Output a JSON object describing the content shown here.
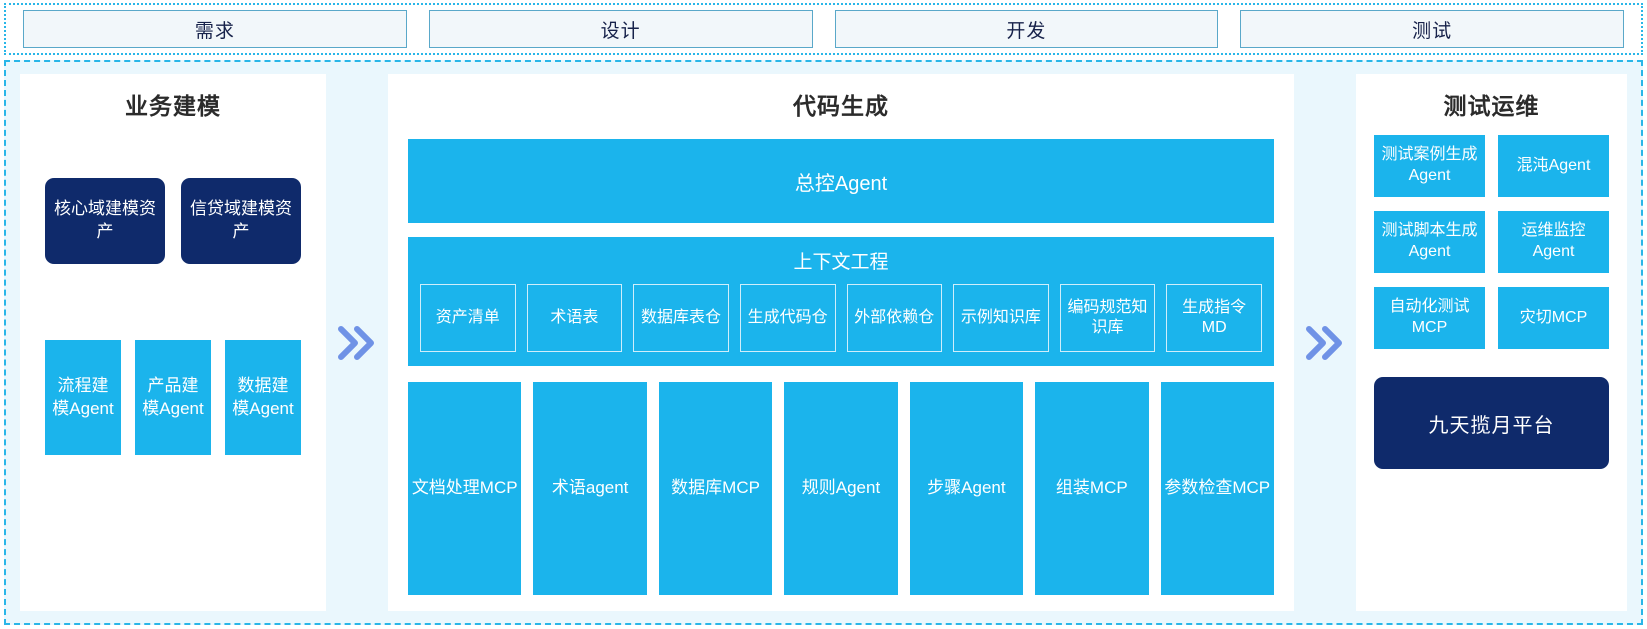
{
  "stages": {
    "items": [
      {
        "label": "需求"
      },
      {
        "label": "设计"
      },
      {
        "label": "开发"
      },
      {
        "label": "测试"
      }
    ]
  },
  "colors": {
    "cyan": "#1bb4ec",
    "navy": "#0f2a6b",
    "frame_border": "#29b6e8",
    "frame_bg": "#eaf7fd",
    "arrow": "#6f92e6",
    "stage_border": "#5aa8c9",
    "stage_bg": "#f2f7fa",
    "stage_text": "#17224a",
    "title_text": "#2b2b2b"
  },
  "arrows": [
    {
      "icon": "double-chevron-right-icon"
    },
    {
      "icon": "double-chevron-right-icon"
    }
  ],
  "business_modeling": {
    "title": "业务建模",
    "assets": [
      {
        "label": "核心域建模资产"
      },
      {
        "label": "信贷域建模资产"
      }
    ],
    "agents": [
      {
        "label": "流程建模Agent"
      },
      {
        "label": "产品建模Agent"
      },
      {
        "label": "数据建模Agent"
      }
    ]
  },
  "code_generation": {
    "title": "代码生成",
    "master_agent": "总控Agent",
    "context": {
      "title": "上下文工程",
      "cards": [
        {
          "label": "资产清单"
        },
        {
          "label": "术语表"
        },
        {
          "label": "数据库表仓"
        },
        {
          "label": "生成代码仓"
        },
        {
          "label": "外部依赖仓"
        },
        {
          "label": "示例知识库"
        },
        {
          "label": "编码规范知识库"
        },
        {
          "label": "生成指令MD"
        }
      ]
    },
    "tools": [
      {
        "label": "文档处理MCP"
      },
      {
        "label": "术语agent"
      },
      {
        "label": "数据库MCP"
      },
      {
        "label": "规则Agent"
      },
      {
        "label": "步骤Agent"
      },
      {
        "label": "组装MCP"
      },
      {
        "label": "参数检查MCP"
      }
    ]
  },
  "test_ops": {
    "title": "测试运维",
    "cards": [
      {
        "label": "测试案例生成Agent"
      },
      {
        "label": "混沌Agent"
      },
      {
        "label": "测试脚本生成Agent"
      },
      {
        "label": "运维监控Agent"
      },
      {
        "label": "自动化测试MCP"
      },
      {
        "label": "灾切MCP"
      }
    ],
    "platform": "九天揽月平台"
  }
}
